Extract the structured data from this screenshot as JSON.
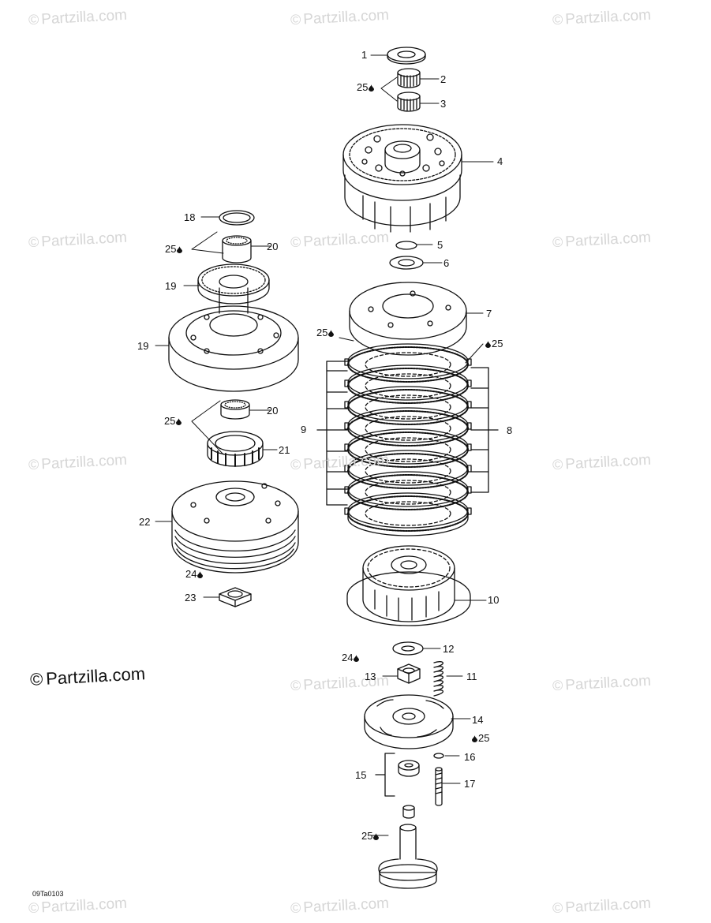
{
  "watermark": {
    "symbol": "©",
    "text": "Partzilla.com"
  },
  "copyright": {
    "symbol": "©",
    "text": "Partzilla.com"
  },
  "reference_code": "09Ta0103",
  "lube_icon": "oil-drop-icon",
  "part_numbers": {
    "p1": "1",
    "p2": "2",
    "p3": "3",
    "p4": "4",
    "p5": "5",
    "p6": "6",
    "p7": "7",
    "p8": "8",
    "p9": "9",
    "p10": "10",
    "p11": "11",
    "p12": "12",
    "p13": "13",
    "p14": "14",
    "p15": "15",
    "p16": "16",
    "p17": "17",
    "p18": "18",
    "p19a": "19",
    "p19b": "19",
    "p20a": "20",
    "p20b": "20",
    "p21": "21",
    "p22": "22",
    "p23": "23",
    "p24a": "24",
    "p24b": "24",
    "p25a": "25",
    "p25b": "25",
    "p25c": "25",
    "p25d": "25",
    "p25e": "25",
    "p25f": "25",
    "p25g": "25"
  },
  "colors": {
    "line": "#111111",
    "watermark": "#d6d6d6",
    "background": "#ffffff"
  }
}
